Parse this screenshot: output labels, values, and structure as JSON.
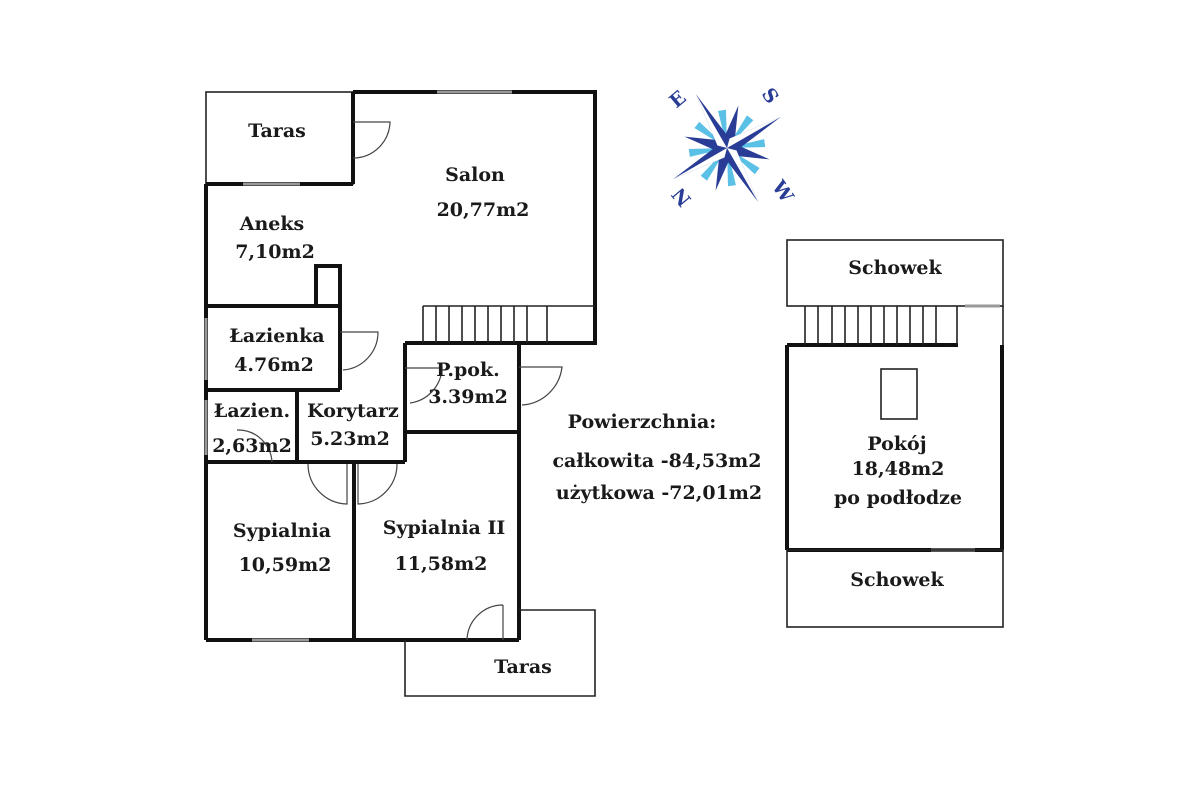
{
  "plan": {
    "ground_floor": {
      "rooms": [
        {
          "name": "Taras",
          "area": ""
        },
        {
          "name": "Salon",
          "area": "20,77m2"
        },
        {
          "name": "Aneks",
          "area": "7,10m2"
        },
        {
          "name": "Łazienka",
          "area": "4.76m2"
        },
        {
          "name": "P.pok.",
          "area": "3.39m2"
        },
        {
          "name": "Łazien.",
          "area": "2,63m2"
        },
        {
          "name": "Korytarz",
          "area": "5.23m2"
        },
        {
          "name": "Sypialnia",
          "area": "10,59m2"
        },
        {
          "name": "Sypialnia II",
          "area": "11,58m2"
        },
        {
          "name": "Taras",
          "area": ""
        }
      ]
    },
    "attic": {
      "rooms": [
        {
          "name": "Schowek",
          "area": ""
        },
        {
          "name": "Pokój",
          "area": "18,48m2",
          "note": "po podłodze"
        },
        {
          "name": "Schowek",
          "area": ""
        }
      ]
    },
    "summary": {
      "title": "Powierzchnia:",
      "total": "całkowita -84,53m2",
      "usable": "użytkowa -72,01m2"
    },
    "compass": {
      "labels": {
        "n": "N",
        "e": "E",
        "s": "S",
        "w": "W"
      },
      "colors": {
        "primary": "#2a3d96",
        "secondary": "#5bc0e6"
      }
    }
  }
}
